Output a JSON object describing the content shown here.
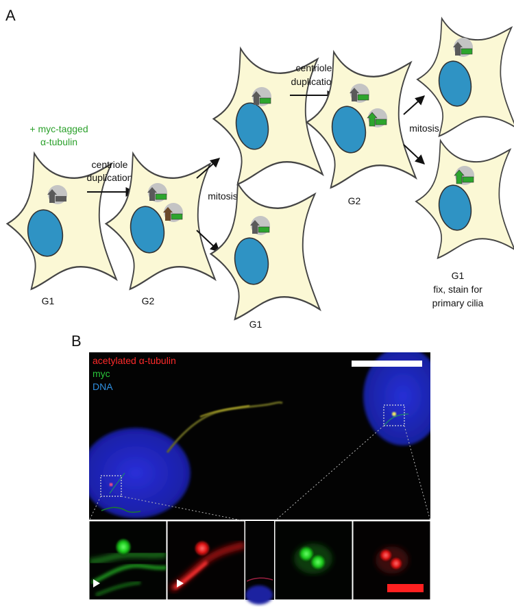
{
  "panel_a": {
    "letter": "A",
    "myc_label_line1": "+ myc-tagged",
    "myc_label_line2": "α-tubulin",
    "cells": [
      {
        "phase": "G1"
      },
      {
        "phase": "G2"
      },
      {
        "phase": "G1"
      },
      {
        "phase": "G2"
      },
      {
        "phase": "G1"
      }
    ],
    "steps": {
      "duplication1_line1": "centriole",
      "duplication1_line2": "duplication",
      "mitosis1": "mitosis",
      "duplication2_line1": "centriole",
      "duplication2_line2": "duplication",
      "mitosis2": "mitosis"
    },
    "final": {
      "phase": "G1",
      "line1": "fix, stain for",
      "line2": "primary cilia"
    }
  },
  "panel_b": {
    "letter": "B",
    "legend": {
      "acetylated_prefix": "acetylated ",
      "acetylated_symbol": "α",
      "acetylated_suffix": "-tubulin",
      "myc": "myc",
      "dna": "DNA"
    }
  },
  "colors": {
    "cell_fill": "#fbf8d5",
    "cell_outline": "#454545",
    "nucleus": "#2f93c4",
    "centrosome": "#c4c4c4",
    "centriole_old": "#5a5a5a",
    "centriole_brown": "#6b4a2a",
    "centriole_new_green": "#2da52d",
    "text_green": "#2aa02a",
    "stain_red": "#ff2a2a",
    "stain_green": "#29c43a",
    "stain_blue": "#2f8fe0",
    "scale_white": "#ffffff",
    "scale_red": "#ff2020"
  }
}
